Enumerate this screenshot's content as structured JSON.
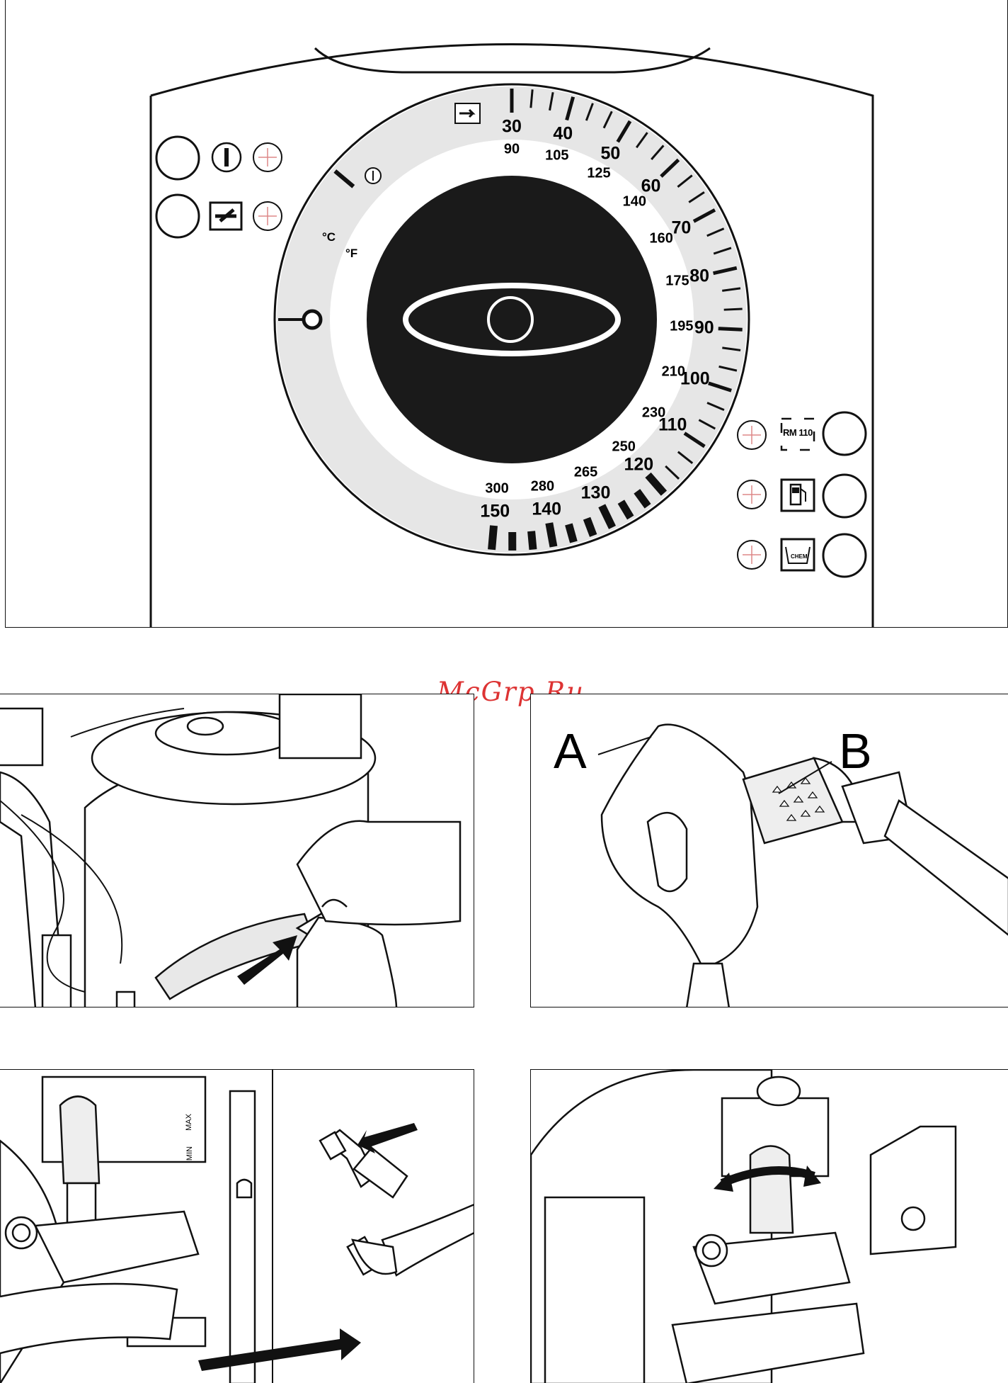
{
  "watermark": "McGrp.Ru",
  "panel": {
    "celsius_unit": "°C",
    "fahrenheit_unit": "°F",
    "celsius_scale": [
      "30",
      "40",
      "50",
      "60",
      "70",
      "80",
      "90",
      "100",
      "110",
      "120",
      "130",
      "140",
      "150"
    ],
    "fahrenheit_scale": [
      "90",
      "105",
      "125",
      "140",
      "160",
      "175",
      "195",
      "210",
      "230",
      "250",
      "265",
      "280",
      "300"
    ],
    "icons": {
      "power": "power-on-icon",
      "pump": "pump-icon",
      "burner": "burner-icon",
      "descaler_label": "RM 110",
      "fuel": "fuel-pump-icon",
      "detergent_label": "CHEM"
    }
  },
  "figures": {
    "gun_label_a": "A",
    "gun_label_b": "B",
    "tank_max": "MAX",
    "tank_min": "MIN"
  }
}
